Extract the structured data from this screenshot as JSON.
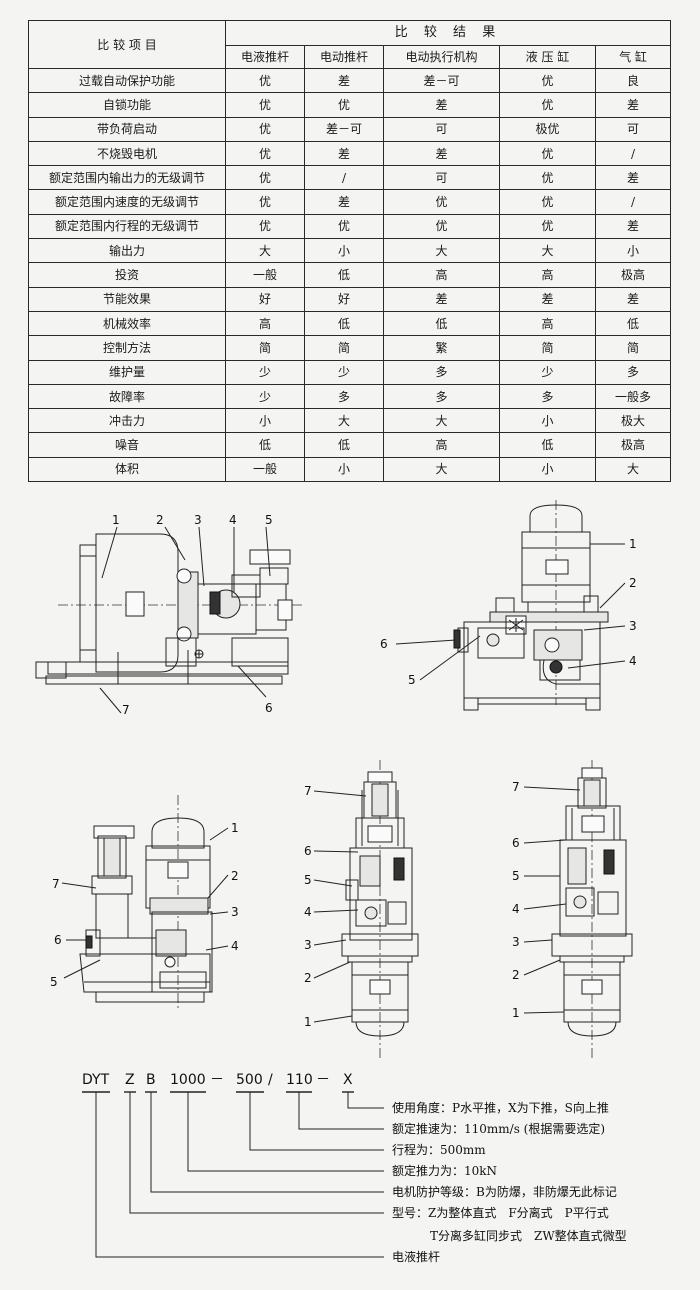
{
  "table": {
    "header_item": "比 较 项 目",
    "header_results": "比 较 结 果",
    "columns": [
      "电液推杆",
      "电动推杆",
      "电动执行机构",
      "液 压 缸",
      "气 缸"
    ],
    "rows": [
      {
        "item": "过载自动保护功能",
        "values": [
          "优",
          "差",
          "差－可",
          "优",
          "良"
        ]
      },
      {
        "item": "自锁功能",
        "values": [
          "优",
          "优",
          "差",
          "优",
          "差"
        ]
      },
      {
        "item": "带负荷启动",
        "values": [
          "优",
          "差－可",
          "可",
          "极优",
          "可"
        ]
      },
      {
        "item": "不烧毁电机",
        "values": [
          "优",
          "差",
          "差",
          "优",
          "/"
        ]
      },
      {
        "item": "额定范围内输出力的无级调节",
        "values": [
          "优",
          "/",
          "可",
          "优",
          "差"
        ]
      },
      {
        "item": "额定范围内速度的无级调节",
        "values": [
          "优",
          "差",
          "优",
          "优",
          "/"
        ]
      },
      {
        "item": "额定范围内行程的无级调节",
        "values": [
          "优",
          "优",
          "优",
          "优",
          "差"
        ]
      },
      {
        "item": "输出力",
        "values": [
          "大",
          "小",
          "大",
          "大",
          "小"
        ]
      },
      {
        "item": "投资",
        "values": [
          "一般",
          "低",
          "高",
          "高",
          "极高"
        ]
      },
      {
        "item": "节能效果",
        "values": [
          "好",
          "好",
          "差",
          "差",
          "差"
        ]
      },
      {
        "item": "机械效率",
        "values": [
          "高",
          "低",
          "低",
          "高",
          "低"
        ]
      },
      {
        "item": "控制方法",
        "values": [
          "简",
          "简",
          "繁",
          "简",
          "简"
        ]
      },
      {
        "item": "维护量",
        "values": [
          "少",
          "少",
          "多",
          "少",
          "多"
        ]
      },
      {
        "item": "故障率",
        "values": [
          "少",
          "多",
          "多",
          "多",
          "一般多"
        ]
      },
      {
        "item": "冲击力",
        "values": [
          "小",
          "大",
          "大",
          "小",
          "极大"
        ]
      },
      {
        "item": "噪音",
        "values": [
          "低",
          "低",
          "高",
          "低",
          "极高"
        ]
      },
      {
        "item": "体积",
        "values": [
          "一般",
          "小",
          "大",
          "小",
          "大"
        ]
      }
    ]
  },
  "figure1_labels": [
    "1",
    "2",
    "3",
    "4",
    "5",
    "6",
    "7"
  ],
  "figure2_labels": [
    "1",
    "2",
    "3",
    "4",
    "5",
    "6"
  ],
  "figure3_labels": [
    "1",
    "2",
    "3",
    "4",
    "5",
    "6",
    "7"
  ],
  "figure4_labels": [
    "7",
    "6",
    "5",
    "4",
    "3",
    "2",
    "1"
  ],
  "figure5_labels": [
    "7",
    "6",
    "5",
    "4",
    "3",
    "2",
    "1"
  ],
  "model_code": {
    "parts": [
      "DYT",
      "Z",
      "B",
      "1000",
      "－",
      "500",
      "/",
      "110",
      "－",
      "X"
    ],
    "descriptions": [
      "使用角度：P水平推，X为下推，S向上推",
      "额定推速为：110mm/s (根据需要选定)",
      "行程为：500mm",
      "额定推力为：10kN",
      "电机防护等级：B为防爆，非防爆无此标记",
      "型号：Z为整体直式　F分离式　P平行式",
      "T分离多缸同步式　ZW整体直式微型",
      "电液推杆"
    ]
  }
}
